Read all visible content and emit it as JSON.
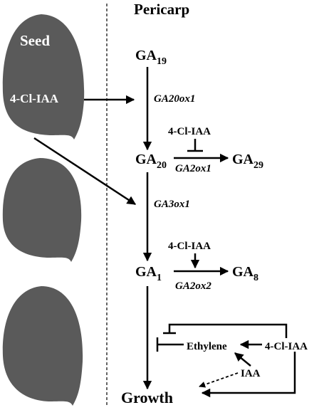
{
  "header": {
    "title": "Pericarp"
  },
  "seed": {
    "title": "Seed",
    "hormone": "4-Cl-IAA"
  },
  "pathway": {
    "ga19": {
      "base": "GA",
      "sub": "19"
    },
    "ga20": {
      "base": "GA",
      "sub": "20"
    },
    "ga29": {
      "base": "GA",
      "sub": "29"
    },
    "ga1": {
      "base": "GA",
      "sub": "1"
    },
    "ga8": {
      "base": "GA",
      "sub": "8"
    },
    "enzymes": {
      "ga20ox1": "GA20ox1",
      "ga2ox1": "GA2ox1",
      "ga3ox1": "GA3ox1",
      "ga2ox2": "GA2ox2"
    },
    "regulators": {
      "inhibitor_ga2ox1": "4-Cl-IAA",
      "promoter_ga2ox2": "4-Cl-IAA",
      "right_4clia": "4-Cl-IAA",
      "ethylene": "Ethylene",
      "iaa": "IAA"
    },
    "outcome": "Growth"
  }
}
